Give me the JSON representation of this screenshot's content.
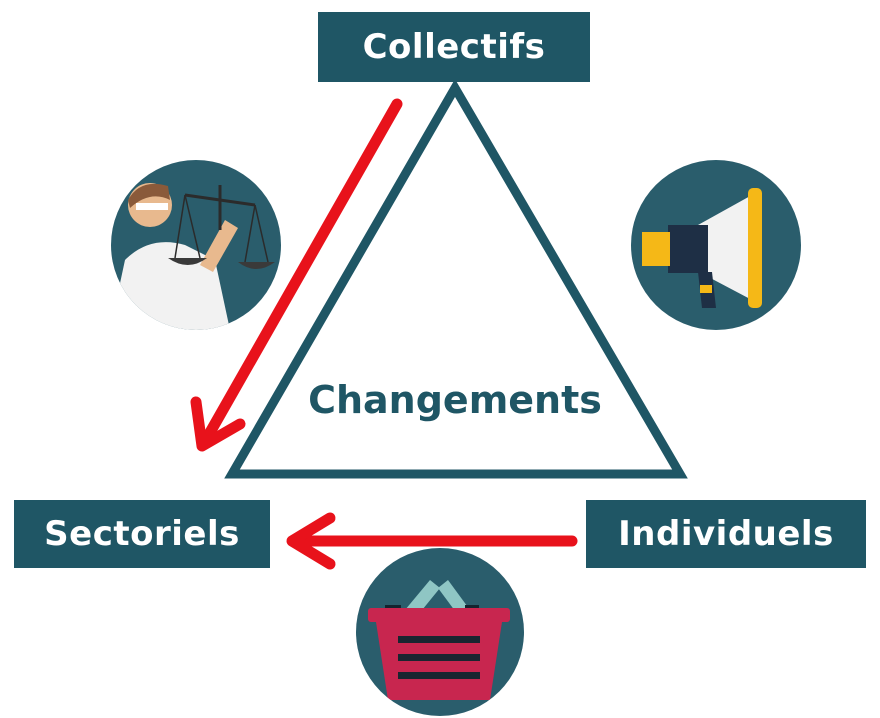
{
  "nodes": {
    "top": "Collectifs",
    "left": "Sectoriels",
    "right": "Individuels",
    "center": "Changements"
  },
  "icons": {
    "top_left": "scales-of-justice-icon",
    "top_right": "megaphone-icon",
    "bottom": "shopping-basket-icon"
  },
  "colors": {
    "primary": "#1f5665",
    "arrow": "#e8121b",
    "accent_yellow": "#f5b817",
    "basket": "#c8264f"
  }
}
